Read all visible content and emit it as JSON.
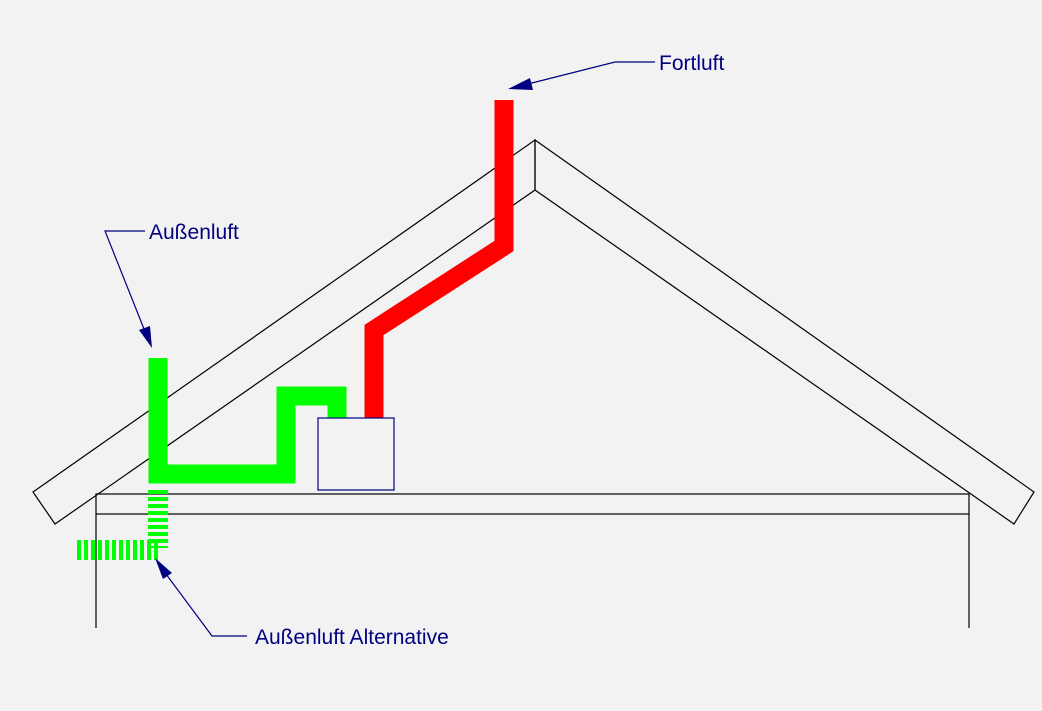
{
  "labels": {
    "fortluft": "Fortluft",
    "aussenluft": "Außenluft",
    "aussenluft_alternative": "Außenluft Alternative"
  },
  "colors": {
    "background": "#f2f2f2",
    "outline": "#000000",
    "exhaust_duct": "#ff0000",
    "supply_duct": "#00ff00",
    "annotation": "#000080"
  }
}
